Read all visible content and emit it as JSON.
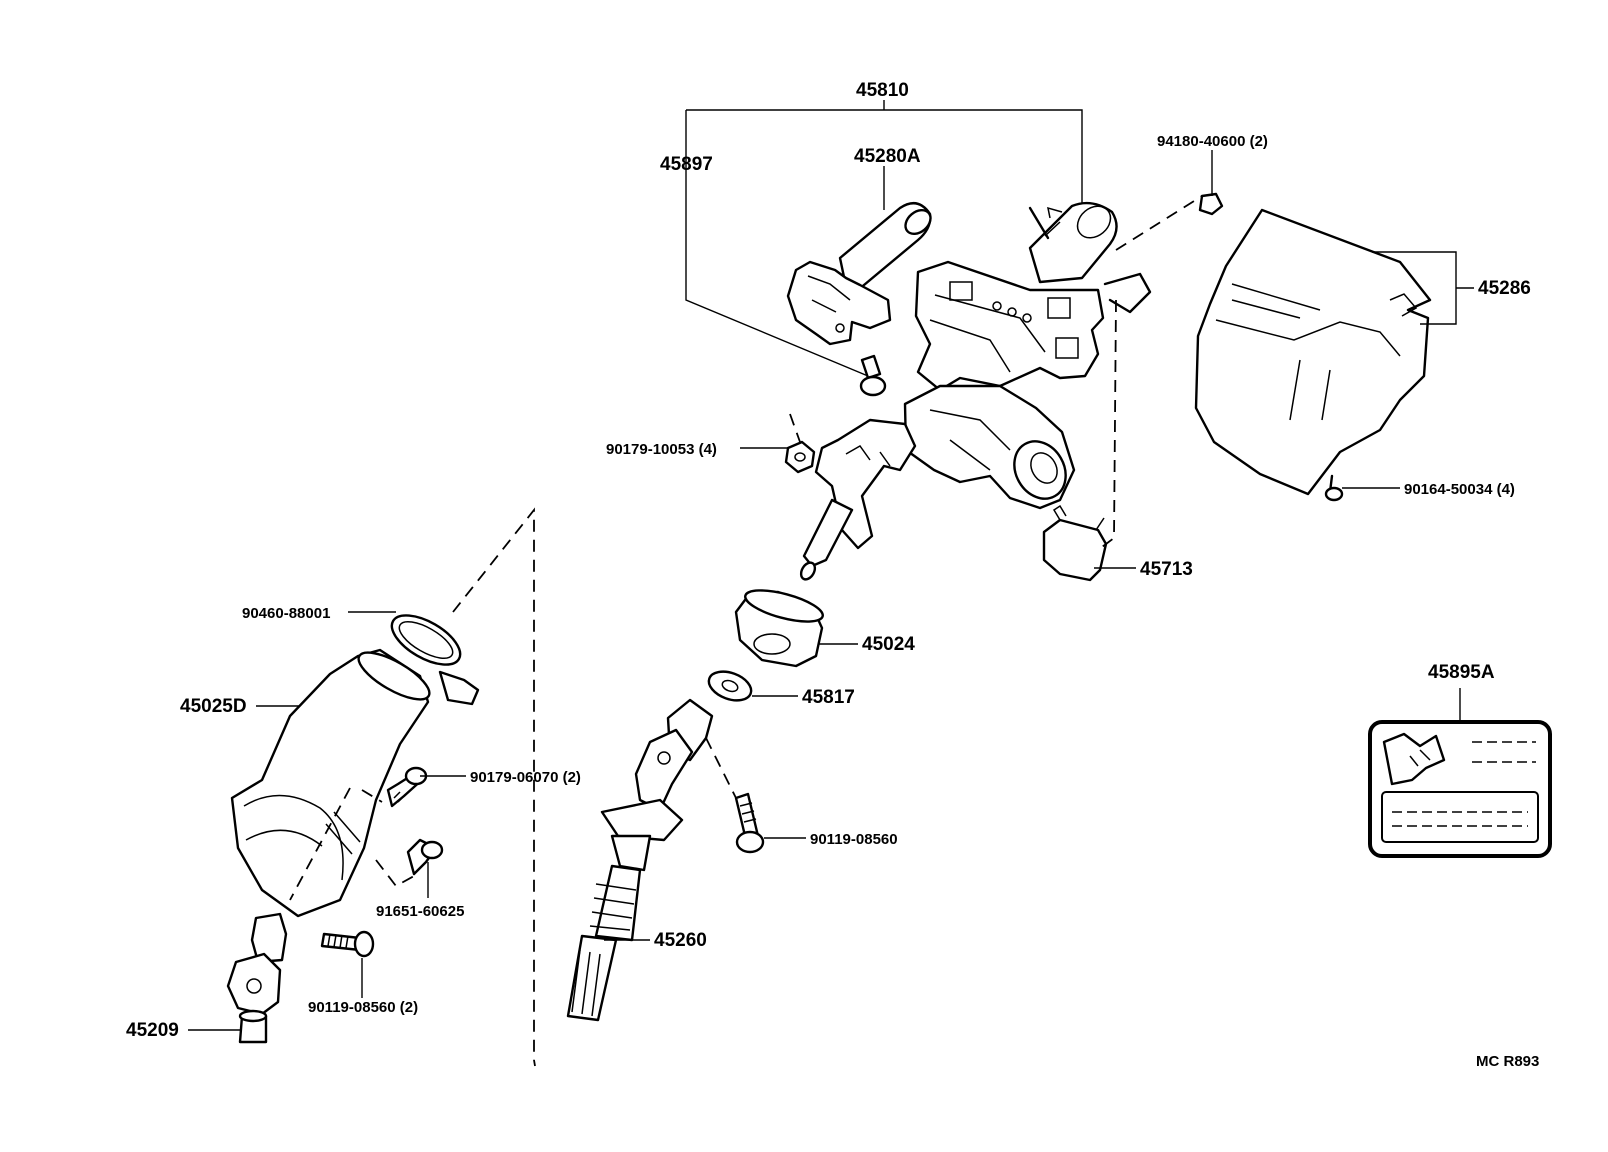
{
  "labels": {
    "p45810": "45810",
    "p45897": "45897",
    "p45280a": "45280A",
    "p94180": "94180-40600 (2)",
    "p45286": "45286",
    "p90179_10053": "90179-10053 (4)",
    "p90164": "90164-50034 (4)",
    "p45713": "45713",
    "p90460": "90460-88001",
    "p45024": "45024",
    "p45817": "45817",
    "p45025d": "45025D",
    "p45895a": "45895A",
    "p90179_06070": "90179-06070 (2)",
    "p90119_08560": "90119-08560",
    "p91651": "91651-60625",
    "p45260": "45260",
    "p90119_08560_2": "90119-08560 (2)",
    "p45209": "45209",
    "ref_code": "MC R893"
  }
}
